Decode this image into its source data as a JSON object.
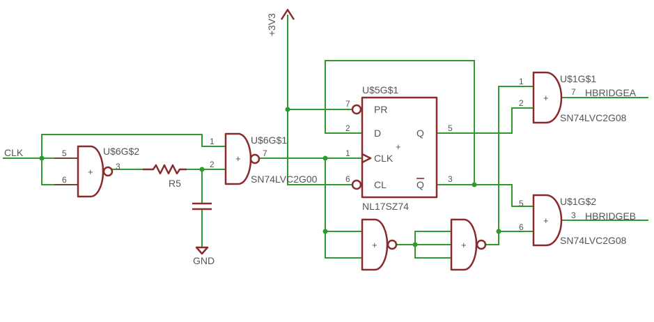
{
  "net_labels": {
    "clk": "CLK",
    "vcc": "+3V3",
    "gnd": "GND",
    "out_a": "HBRIDGEA",
    "out_b": "HBRIDGEB"
  },
  "components": {
    "nand_u6g2": {
      "name": "U$6G$2",
      "pin_in1": "5",
      "pin_in2": "6",
      "pin_out": "3",
      "symbol": "+"
    },
    "resistor_r5": {
      "name": "R5"
    },
    "nand_u6g1": {
      "name": "U$6G$1",
      "value": "SN74LVC2G00",
      "pin_in1": "1",
      "pin_in2": "2",
      "pin_out": "7",
      "symbol": "+"
    },
    "flipflop_u5g1": {
      "name": "U$5G$1",
      "value": "NL17SZ74",
      "symbol": "+",
      "pin_pr": "7",
      "pin_d": "2",
      "pin_clk": "1",
      "pin_cl": "6",
      "pin_q": "5",
      "pin_qbar": "3",
      "label_pr": "PR",
      "label_d": "D",
      "label_clk": "CLK",
      "label_cl": "CL",
      "label_q": "Q",
      "label_qbar": "Q"
    },
    "and_u1g1": {
      "name": "U$1G$1",
      "value": "SN74LVC2G08",
      "pin_in1": "1",
      "pin_in2": "2",
      "pin_out": "7",
      "symbol": "+"
    },
    "and_u1g2": {
      "name": "U$1G$2",
      "value": "SN74LVC2G08",
      "pin_in1": "5",
      "pin_in2": "6",
      "pin_out": "3",
      "symbol": "+"
    },
    "nand_bottom_1": {
      "symbol": "+"
    },
    "nand_bottom_2": {
      "symbol": "+"
    }
  },
  "colors": {
    "wire": "#2e9a2e",
    "part": "#8a2a2a",
    "text": "#555555"
  }
}
